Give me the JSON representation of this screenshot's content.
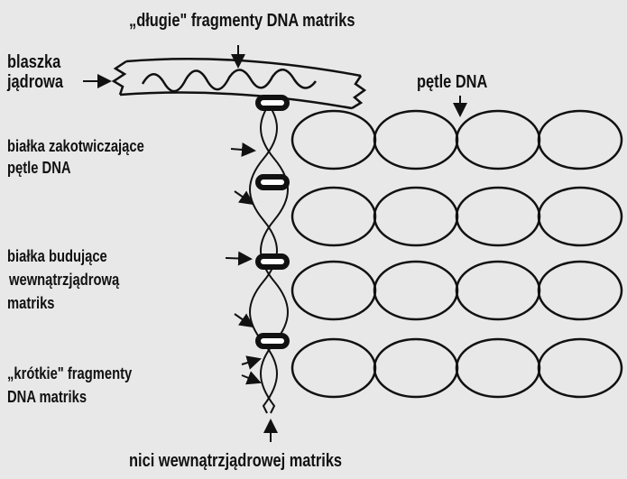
{
  "labels": {
    "long_fragments": "„długie\" fragmenty DNA matriks",
    "lamina_line1": "blaszka",
    "lamina_line2": "jądrowa",
    "dna_loops": "pętle DNA",
    "anchor_proteins_line1": "białka zakotwiczające",
    "anchor_proteins_line2": "pętle DNA",
    "matrix_proteins_line1": "białka budujące",
    "matrix_proteins_line2": "wewnątrzjądrową",
    "matrix_proteins_line3": "matriks",
    "short_fragments_line1": "„krótkie\" fragmenty",
    "short_fragments_line2": "DNA matriks",
    "matrix_threads": "nici wewnątrzjądrowej matriks"
  },
  "colors": {
    "background": "#e8e8e8",
    "ink": "#111111"
  }
}
